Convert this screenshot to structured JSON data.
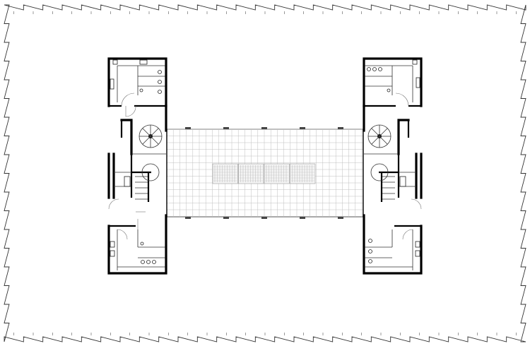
{
  "drawing": {
    "type": "architectural floor plan",
    "colors": {
      "background": "#ffffff",
      "walls": "#000000",
      "lines": "#333333",
      "grid": "#bfbfbf"
    }
  },
  "elements": {
    "facade": "zigzag-curtain-wall",
    "cores": [
      "core-top-left",
      "core-bottom-left",
      "core-top-right",
      "core-bottom-right"
    ],
    "atrium": "central-atrium-grid",
    "skylights": 4,
    "stairs": 4
  }
}
